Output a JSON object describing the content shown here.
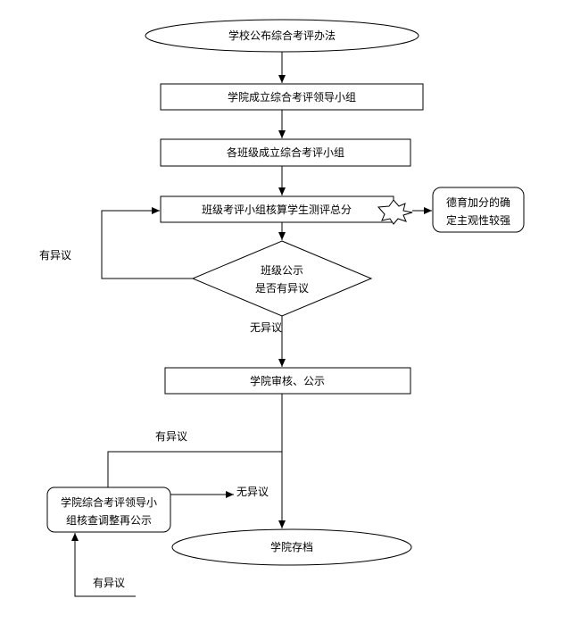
{
  "nodes": {
    "start": "学校公布综合考评办法",
    "college_group": "学院成立综合考评领导小组",
    "class_group": "各班级成立综合考评小组",
    "class_calc": "班级考评小组核算学生测评总分",
    "moral_bonus_line1": "德育加分的确",
    "moral_bonus_line2": "定主观性较强",
    "class_publicity_line1": "班级公示",
    "class_publicity_line2": "是否有异议",
    "college_review": "学院审核、公示",
    "college_recheck_line1": "学院综合考评领导小",
    "college_recheck_line2": "组核查调整再公示",
    "archive": "学院存档"
  },
  "edge_labels": {
    "objection_left": "有异议",
    "no_objection_1": "无异议",
    "objection_top": "有异议",
    "no_objection_2": "无异议",
    "objection_bottom": "有异议"
  }
}
